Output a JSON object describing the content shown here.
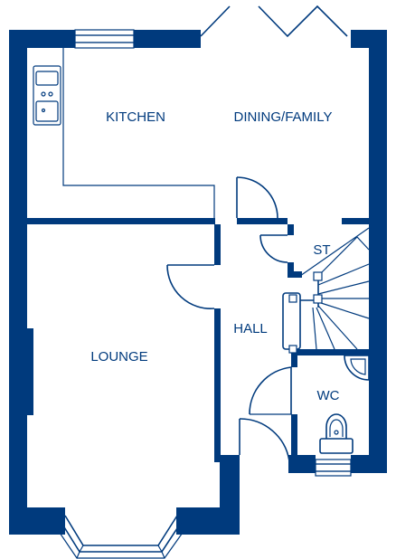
{
  "colors": {
    "wall": "#003a7d",
    "background": "#ffffff"
  },
  "rooms": {
    "kitchen": "KITCHEN",
    "dining_family": "DINING/FAMILY",
    "store": "ST",
    "hall": "HALL",
    "lounge": "LOUNGE",
    "wc": "WC"
  }
}
